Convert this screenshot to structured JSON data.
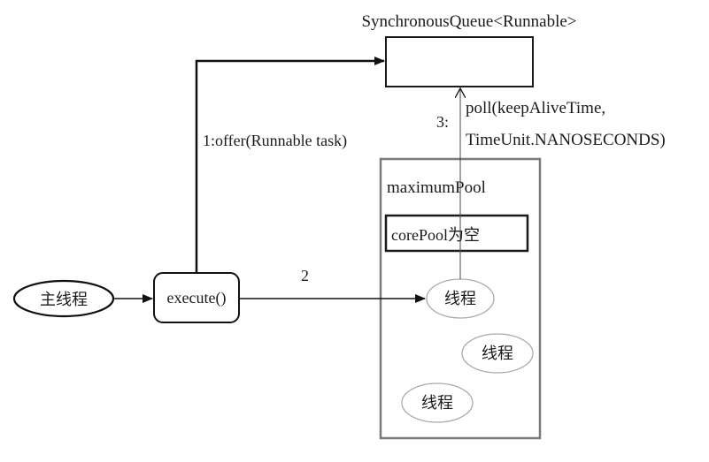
{
  "diagram": {
    "queue": {
      "label": "SynchronousQueue<Runnable>"
    },
    "main_thread": {
      "label": "主线程"
    },
    "execute": {
      "label": "execute()"
    },
    "pool": {
      "label": "maximumPool"
    },
    "core_pool": {
      "label": "corePool为空"
    },
    "threads": [
      {
        "label": "线程"
      },
      {
        "label": "线程"
      },
      {
        "label": "线程"
      }
    ],
    "steps": {
      "offer": "1:offer(Runnable task)",
      "dispatch": "2",
      "poll_number": "3:",
      "poll_line1": "poll(keepAliveTime,",
      "poll_line2": "TimeUnit.NANOSECONDS)"
    }
  }
}
